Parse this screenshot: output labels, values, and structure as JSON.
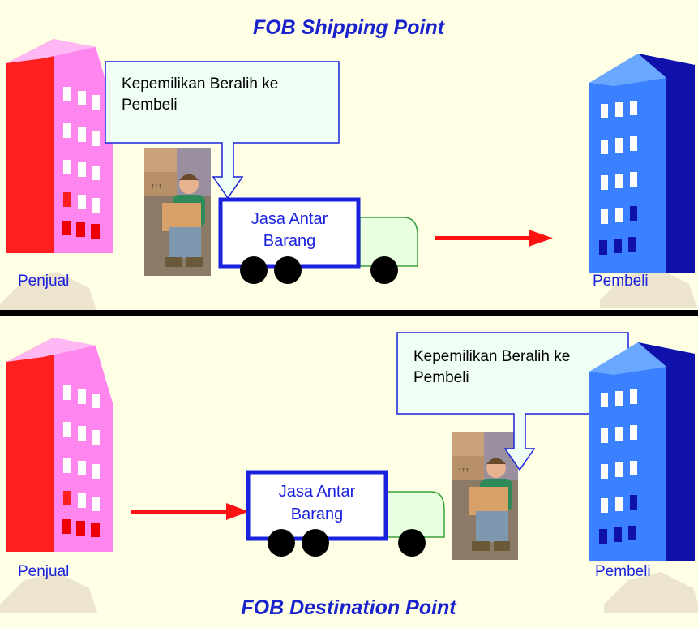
{
  "top": {
    "title": "FOB Shipping Point",
    "callout": [
      "Kepemilikan Beralih ke",
      "Pembeli"
    ],
    "truck": [
      "Jasa Antar",
      "Barang"
    ],
    "seller_label": "Penjual",
    "buyer_label": "Pembeli"
  },
  "bottom": {
    "title": "FOB Destination Point",
    "callout": [
      "Kepemilikan Beralih ke",
      "Pembeli"
    ],
    "truck": [
      "Jasa Antar",
      "Barang"
    ],
    "seller_label": "Penjual",
    "buyer_label": "Pembeli"
  },
  "colors": {
    "background": "#ffffe6",
    "title": "#1a22cc",
    "arrow": "#ff1111",
    "truck_border": "#1a22dd",
    "callout_fill": "#f0fff5",
    "seller_building": "#ff88ee",
    "buyer_building": "#3377ff"
  }
}
